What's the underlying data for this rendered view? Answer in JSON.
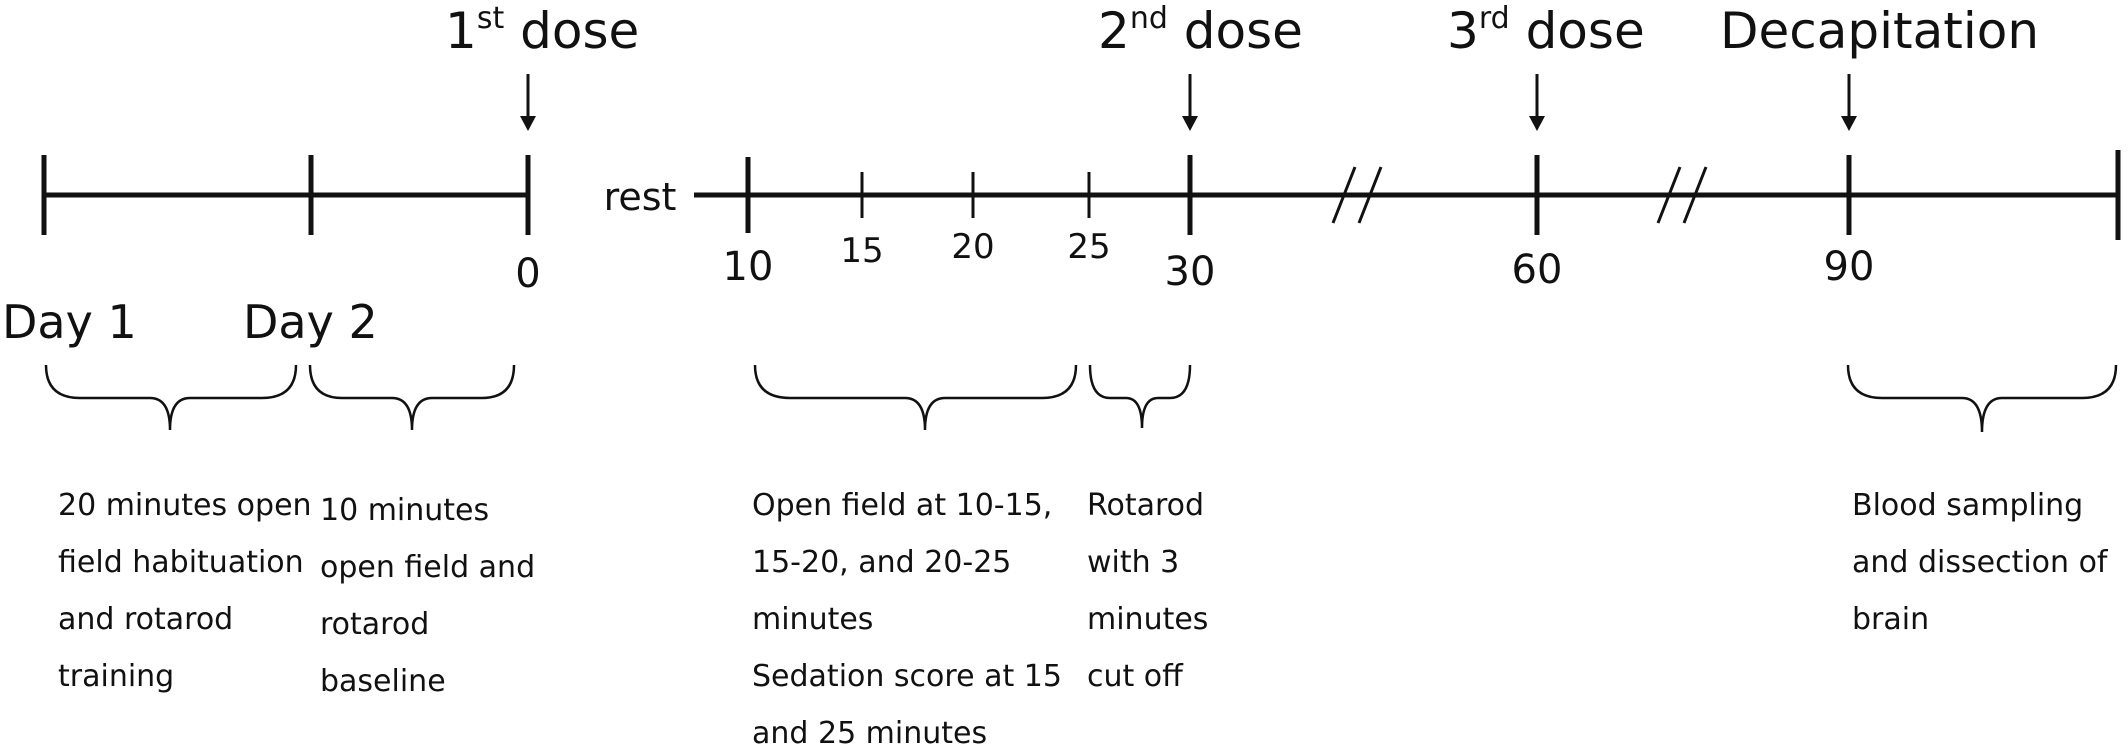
{
  "headings": {
    "dose1_base": "1",
    "dose1_sup": "st",
    "dose1_rest": " dose",
    "dose2_base": "2",
    "dose2_sup": "nd",
    "dose2_rest": " dose",
    "dose3_base": "3",
    "dose3_sup": "rd",
    "dose3_rest": " dose",
    "decapitation": "Decapitation"
  },
  "rest_label": "rest",
  "ticks": {
    "t0": "0",
    "t10": "10",
    "t15": "15",
    "t20": "20",
    "t25": "25",
    "t30": "30",
    "t60": "60",
    "t90": "90"
  },
  "days": {
    "day1": "Day 1",
    "day2": "Day 2"
  },
  "descriptions": {
    "day1": [
      "20 minutes open",
      "field habituation",
      "and rotarod",
      "training"
    ],
    "day2": [
      "10 minutes",
      "open field and",
      "rotarod",
      "baseline"
    ],
    "openfield": [
      "Open field at 10-15,",
      "15-20, and 20-25",
      "minutes",
      "Sedation score at 15",
      "and 25 minutes"
    ],
    "rotarod": [
      "Rotarod",
      "with 3",
      "minutes",
      "cut off"
    ],
    "blood": [
      "Blood sampling",
      "and dissection of",
      "brain"
    ]
  }
}
